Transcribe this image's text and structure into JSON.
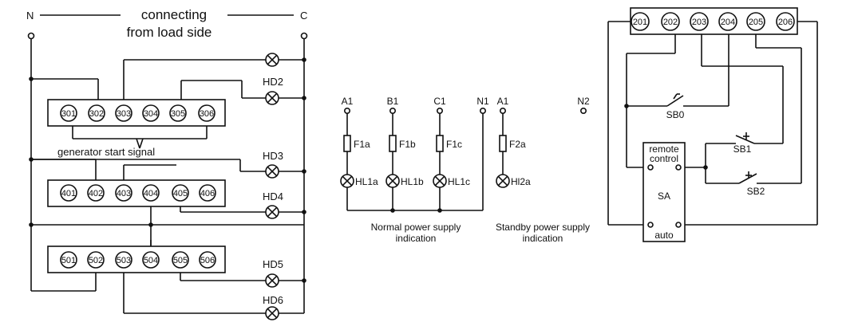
{
  "colors": {
    "line": "#111111",
    "background": "#ffffff"
  },
  "labels": {
    "n_left": "N",
    "c_left": "C",
    "connecting": "connecting",
    "from_load_side": "from load side",
    "generator_start": "generator start signal",
    "hd2": "HD2",
    "hd3": "HD3",
    "hd4": "HD4",
    "hd5": "HD5",
    "hd6": "HD6",
    "a1": "A1",
    "b1": "B1",
    "c1": "C1",
    "n1": "N1",
    "a1_standby": "A1",
    "n2": "N2",
    "f1a": "F1a",
    "f1b": "F1b",
    "f1c": "F1c",
    "f2a": "F2a",
    "hl1a": "HL1a",
    "hl1b": "HL1b",
    "hl1c": "HL1c",
    "hl2a": "Hl2a",
    "normal_1": "Normal power supply",
    "normal_2": "indication",
    "standby_1": "Standby power supply",
    "standby_2": "indication",
    "sb0": "SB0",
    "sb1": "SB1",
    "sb2": "SB2",
    "remote": "remote",
    "control": "control",
    "sa": "SA",
    "auto": "auto"
  },
  "terminals": {
    "row300": [
      "301",
      "302",
      "303",
      "304",
      "305",
      "306"
    ],
    "row400": [
      "401",
      "402",
      "403",
      "404",
      "405",
      "406"
    ],
    "row500": [
      "501",
      "502",
      "503",
      "504",
      "505",
      "506"
    ],
    "row200": [
      "201",
      "202",
      "203",
      "204",
      "205",
      "206"
    ]
  }
}
